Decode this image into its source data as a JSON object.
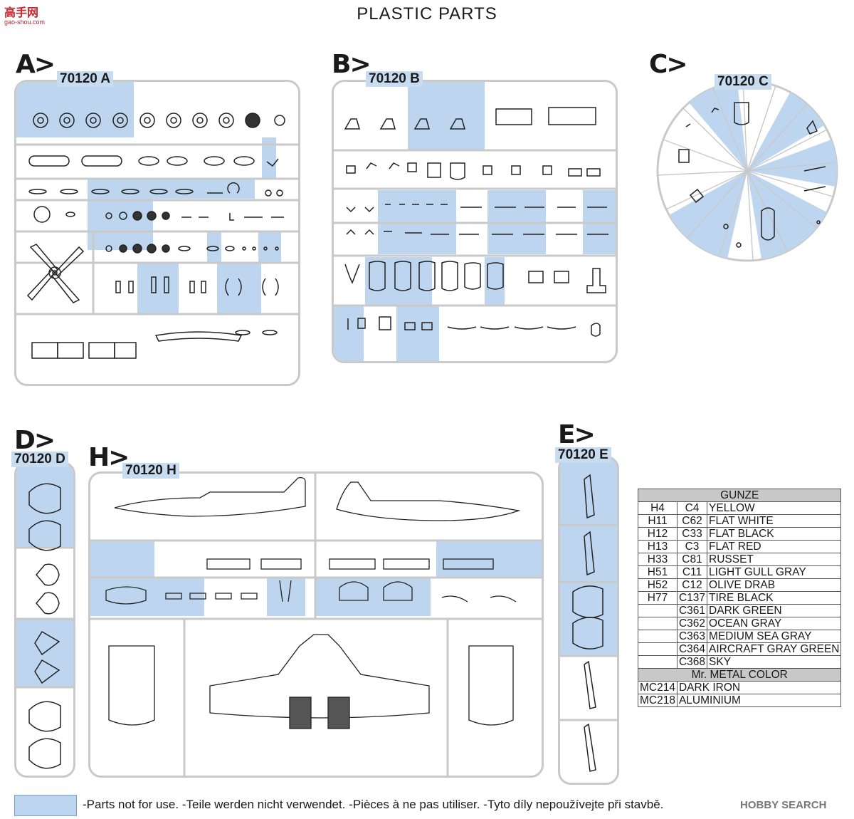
{
  "header": {
    "title": "PLASTIC PARTS",
    "logo_text": "高手网",
    "logo_sub": "gao-shou.com"
  },
  "sprues": {
    "a": {
      "letter": "A>",
      "code": "70120 A"
    },
    "b": {
      "letter": "B>",
      "code": "70120 B"
    },
    "c": {
      "letter": "C>",
      "code": "70120 C"
    },
    "d": {
      "letter": "D>",
      "code": "70120 D"
    },
    "h": {
      "letter": "H>",
      "code": "70120 H"
    },
    "e": {
      "letter": "E>",
      "code": "70120 E"
    }
  },
  "paint_table": {
    "header": "GUNZE",
    "rows": [
      {
        "h": "H4",
        "c": "C4",
        "name": "YELLOW"
      },
      {
        "h": "H11",
        "c": "C62",
        "name": "FLAT WHITE"
      },
      {
        "h": "H12",
        "c": "C33",
        "name": "FLAT BLACK"
      },
      {
        "h": "H13",
        "c": "C3",
        "name": "FLAT RED"
      },
      {
        "h": "H33",
        "c": "C81",
        "name": "RUSSET"
      },
      {
        "h": "H51",
        "c": "C11",
        "name": "LIGHT GULL GRAY"
      },
      {
        "h": "H52",
        "c": "C12",
        "name": "OLIVE DRAB"
      },
      {
        "h": "H77",
        "c": "C137",
        "name": "TIRE BLACK"
      },
      {
        "h": "",
        "c": "C361",
        "name": "DARK GREEN"
      },
      {
        "h": "",
        "c": "C362",
        "name": "OCEAN GRAY"
      },
      {
        "h": "",
        "c": "C363",
        "name": "MEDIUM SEA GRAY"
      },
      {
        "h": "",
        "c": "C364",
        "name": "AIRCRAFT GRAY GREEN"
      },
      {
        "h": "",
        "c": "C368",
        "name": "SKY"
      }
    ],
    "metal_header": "Mr. METAL COLOR",
    "metal_rows": [
      {
        "code": "MC214",
        "name": "DARK IRON"
      },
      {
        "code": "MC218",
        "name": "ALUMINIUM"
      }
    ]
  },
  "legend": {
    "text": "-Parts not for use. -Teile werden nicht verwendet. -Pièces à ne pas utiliser. -Tyto díly nepoužívejte při stavbě."
  },
  "watermark": "HOBBY SEARCH",
  "colors": {
    "highlight": "#bed5ef",
    "frame": "#c9c9c9",
    "logo": "#d0202a"
  }
}
